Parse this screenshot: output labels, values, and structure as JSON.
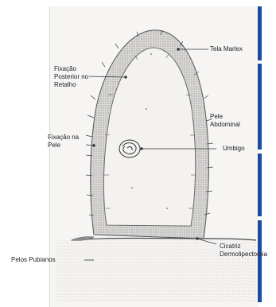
{
  "labels": {
    "tela_marlex": "Tela Marlex",
    "fixacao_posterior": "Fixação\nPosterior no\nRetalho",
    "pele_abdominal": "Pele\nAbdominal",
    "fixacao_pele": "Fixação na\nPele",
    "umbigo": "Umbigo",
    "cicatriz": "Cicatriz\nDermolipectomia",
    "pelos_pubianos": "Pelos Pubianos"
  },
  "colors": {
    "pencil": "#555555",
    "shading": "#9a9a9a",
    "rule": "#1f4ca3"
  }
}
